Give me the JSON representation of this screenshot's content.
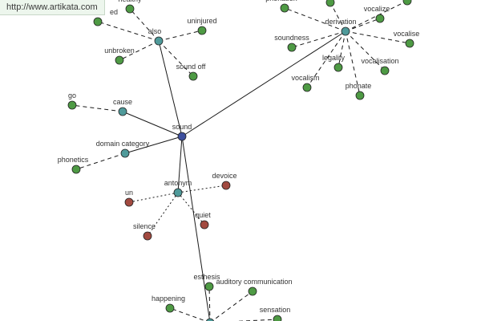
{
  "banner": {
    "url": "http://www.artikata.com"
  },
  "colors": {
    "center": "#3d4f9e",
    "hub": "#4f9a9a",
    "green": "#4e9a44",
    "red": "#a24a40",
    "edge": "#1a1a1a"
  },
  "nodes": [
    {
      "id": "sound",
      "label": "sound",
      "kind": "center"
    },
    {
      "id": "also",
      "label": "also",
      "kind": "hub"
    },
    {
      "id": "derivation",
      "label": "derivation",
      "kind": "hub"
    },
    {
      "id": "cause",
      "label": "cause",
      "kind": "hub"
    },
    {
      "id": "domain_category",
      "label": "domain category",
      "kind": "hub"
    },
    {
      "id": "antonym",
      "label": "antonym",
      "kind": "hub"
    },
    {
      "id": "bottom_hub",
      "label": "",
      "kind": "hub"
    },
    {
      "id": "healthy",
      "label": "healthy",
      "kind": "green"
    },
    {
      "id": "ed",
      "label": "ed",
      "kind": "green"
    },
    {
      "id": "uninjured",
      "label": "uninjured",
      "kind": "green"
    },
    {
      "id": "unbroken",
      "label": "unbroken",
      "kind": "green"
    },
    {
      "id": "sound_off",
      "label": "sound off",
      "kind": "green"
    },
    {
      "id": "phonation",
      "label": "phonation",
      "kind": "green"
    },
    {
      "id": "deriv_top",
      "label": "",
      "kind": "green"
    },
    {
      "id": "vocalize",
      "label": "vocalize",
      "kind": "green"
    },
    {
      "id": "deriv_tr",
      "label": "",
      "kind": "green"
    },
    {
      "id": "soundness",
      "label": "soundness",
      "kind": "green"
    },
    {
      "id": "vocalise",
      "label": "vocalise",
      "kind": "green"
    },
    {
      "id": "legality",
      "label": "legality",
      "kind": "green"
    },
    {
      "id": "vocalisation",
      "label": "vocalisation",
      "kind": "green"
    },
    {
      "id": "vocalism",
      "label": "vocalism",
      "kind": "green"
    },
    {
      "id": "phonate",
      "label": "phonate",
      "kind": "green"
    },
    {
      "id": "go",
      "label": "go",
      "kind": "green"
    },
    {
      "id": "phonetics",
      "label": "phonetics",
      "kind": "green"
    },
    {
      "id": "devoice",
      "label": "devoice",
      "kind": "red"
    },
    {
      "id": "un",
      "label": "un",
      "kind": "red"
    },
    {
      "id": "quiet",
      "label": "quiet",
      "kind": "red"
    },
    {
      "id": "silence",
      "label": "silence",
      "kind": "red"
    },
    {
      "id": "esthesis",
      "label": "esthesis",
      "kind": "green"
    },
    {
      "id": "auditory_communication",
      "label": "auditory communication",
      "kind": "green"
    },
    {
      "id": "happening",
      "label": "happening",
      "kind": "green"
    },
    {
      "id": "sensation",
      "label": "sensation",
      "kind": "green"
    }
  ],
  "edges": [
    {
      "from": "sound",
      "to": "also",
      "style": "solid"
    },
    {
      "from": "sound",
      "to": "derivation",
      "style": "solid"
    },
    {
      "from": "sound",
      "to": "cause",
      "style": "solid"
    },
    {
      "from": "sound",
      "to": "domain_category",
      "style": "solid"
    },
    {
      "from": "sound",
      "to": "antonym",
      "style": "solid"
    },
    {
      "from": "sound",
      "to": "bottom_hub",
      "style": "solid"
    },
    {
      "from": "also",
      "to": "healthy",
      "style": "dashed"
    },
    {
      "from": "also",
      "to": "ed",
      "style": "dashed"
    },
    {
      "from": "also",
      "to": "uninjured",
      "style": "dashed"
    },
    {
      "from": "also",
      "to": "unbroken",
      "style": "dashed"
    },
    {
      "from": "also",
      "to": "sound_off",
      "style": "dashed"
    },
    {
      "from": "derivation",
      "to": "phonation",
      "style": "dashed"
    },
    {
      "from": "derivation",
      "to": "deriv_top",
      "style": "dashed"
    },
    {
      "from": "derivation",
      "to": "vocalize",
      "style": "dashed"
    },
    {
      "from": "derivation",
      "to": "deriv_tr",
      "style": "dashed"
    },
    {
      "from": "derivation",
      "to": "soundness",
      "style": "dashed"
    },
    {
      "from": "derivation",
      "to": "vocalise",
      "style": "dashed"
    },
    {
      "from": "derivation",
      "to": "legality",
      "style": "dashed"
    },
    {
      "from": "derivation",
      "to": "vocalisation",
      "style": "dashed"
    },
    {
      "from": "derivation",
      "to": "vocalism",
      "style": "dashed"
    },
    {
      "from": "derivation",
      "to": "phonate",
      "style": "dashed"
    },
    {
      "from": "cause",
      "to": "go",
      "style": "dashed"
    },
    {
      "from": "domain_category",
      "to": "phonetics",
      "style": "dashed"
    },
    {
      "from": "antonym",
      "to": "devoice",
      "style": "dotted"
    },
    {
      "from": "antonym",
      "to": "un",
      "style": "dotted"
    },
    {
      "from": "antonym",
      "to": "quiet",
      "style": "dotted"
    },
    {
      "from": "antonym",
      "to": "silence",
      "style": "dotted"
    },
    {
      "from": "bottom_hub",
      "to": "esthesis",
      "style": "dashed"
    },
    {
      "from": "bottom_hub",
      "to": "auditory_communication",
      "style": "dashed"
    },
    {
      "from": "bottom_hub",
      "to": "happening",
      "style": "dashed"
    },
    {
      "from": "bottom_hub",
      "to": "sensation",
      "style": "dashed"
    }
  ]
}
